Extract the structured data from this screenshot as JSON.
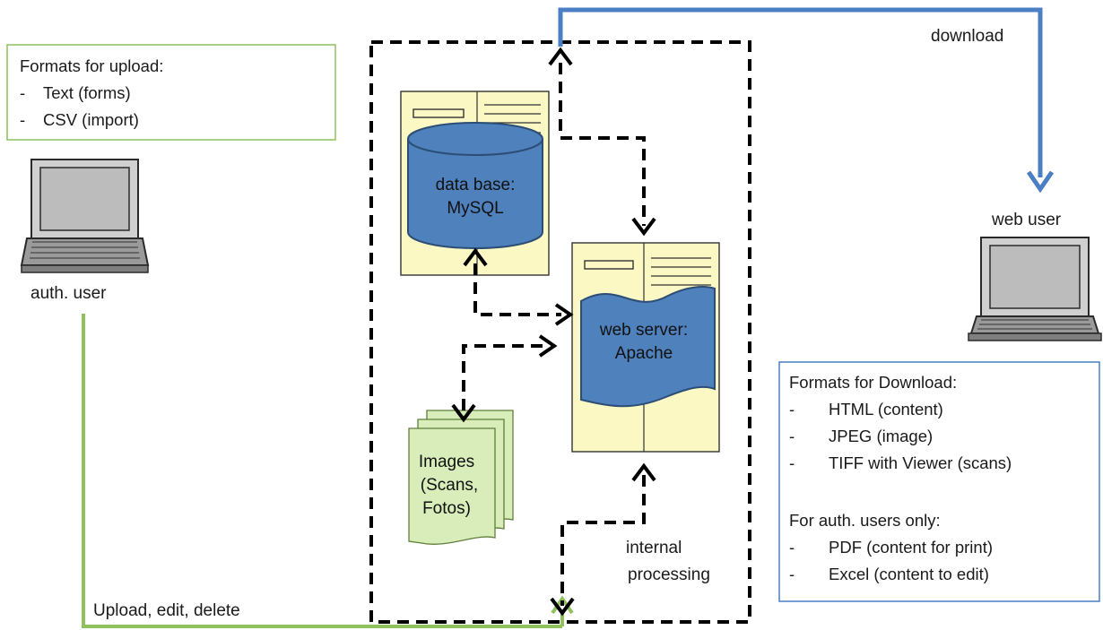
{
  "upload_formats": {
    "title": "Formats for upload:",
    "items": [
      {
        "dash": "-",
        "text": "Text (forms)"
      },
      {
        "dash": "-",
        "text": "CSV (import)"
      }
    ]
  },
  "download_formats": {
    "title": "Formats for Download:",
    "items": [
      {
        "dash": "-",
        "text": "HTML (content)"
      },
      {
        "dash": "-",
        "text": "JPEG (image)"
      },
      {
        "dash": "-",
        "text": "TIFF with Viewer (scans)"
      }
    ],
    "auth_title": "For auth. users only:",
    "auth_items": [
      {
        "dash": "-",
        "text": "PDF (content for print)"
      },
      {
        "dash": "-",
        "text": "Excel (content to edit)"
      }
    ]
  },
  "actors": {
    "auth_user": "auth. user",
    "web_user": "web user"
  },
  "database": {
    "line1": "data base:",
    "line2": "MySQL"
  },
  "web_server": {
    "line1": "web server:",
    "line2": "Apache"
  },
  "images": {
    "line1": "Images",
    "line2": "(Scans,",
    "line3": "Fotos)"
  },
  "edges": {
    "download": "download",
    "upload": "Upload, edit, delete",
    "internal_line1": "internal",
    "internal_line2": "processing"
  },
  "colors": {
    "upload_flow": "#8fc15d",
    "download_flow": "#4a7fc4",
    "database_fill": "#4f81bd",
    "server_fill": "#fbf8c4",
    "images_fill": "#d8edb9"
  },
  "icons": [
    "laptop-icon",
    "database-cylinder-icon",
    "server-icon",
    "document-stack-icon"
  ]
}
